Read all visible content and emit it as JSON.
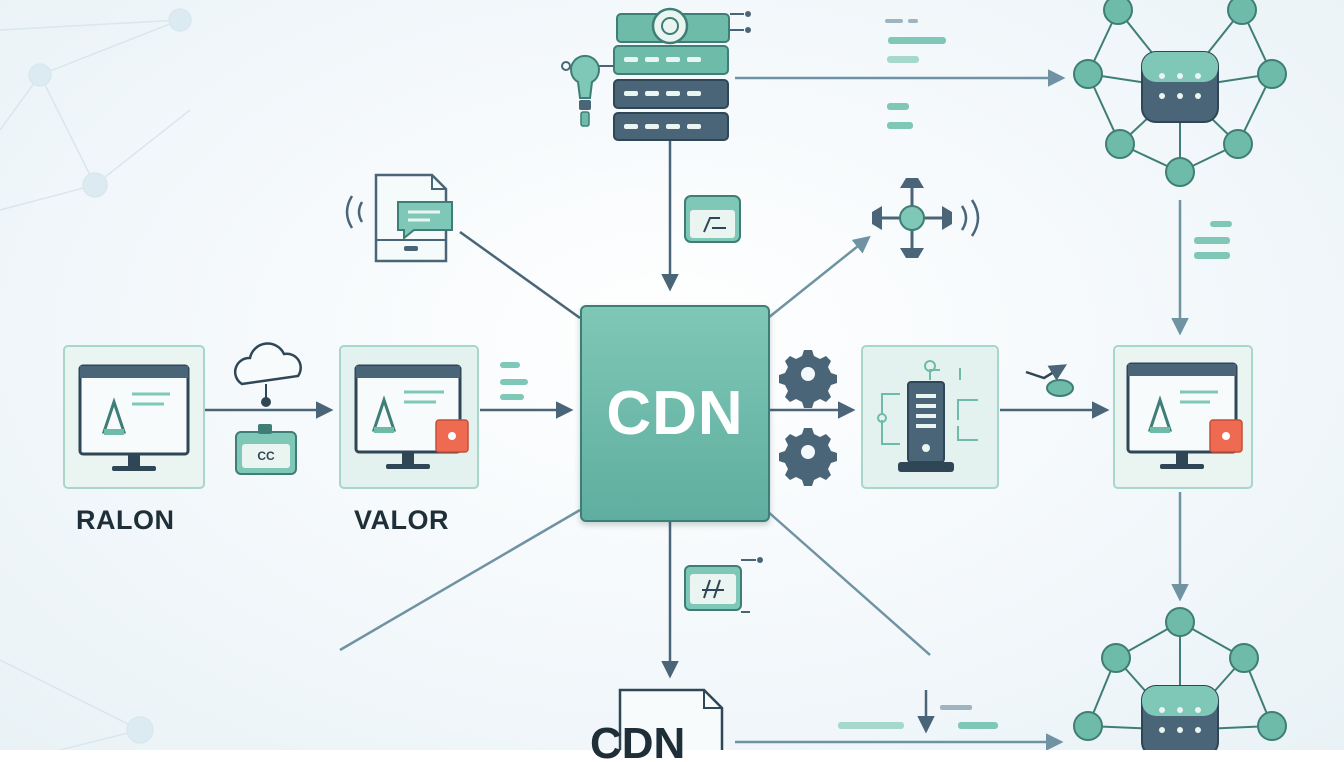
{
  "labels": {
    "node_left": "RALON",
    "node_middle": "VALOR",
    "hub": "CDN",
    "bottom_doc": "CDN",
    "badge_cc": "CC"
  },
  "colors": {
    "accent": "#6fbba9",
    "dark_teal": "#3f7e76",
    "slate": "#4a6577",
    "orange_badge": "#ee6a50",
    "background": "#f3f8fb"
  },
  "icons": [
    "server-stack-icon",
    "lightbulb-icon",
    "network-cluster-icon",
    "tablet-chat-icon",
    "card-icon",
    "move-arrows-icon",
    "monitor-icon",
    "cloud-icon",
    "gear-icon",
    "circuit-tower-icon",
    "document-icon"
  ]
}
